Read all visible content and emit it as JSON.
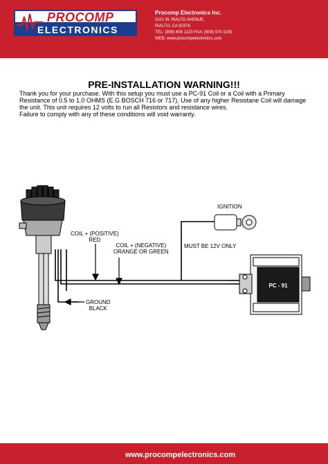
{
  "brand": {
    "top_word": "PROCOMP",
    "bottom_word": "ELECTRONICS"
  },
  "company": {
    "name": "Procomp Electronics Inc.",
    "address_1": "1101 W. RIALTO AVENUE,",
    "address_2": "RIALTO, CA 92376",
    "phone": "TEL: (909) 605 1123 FAX: (909) 974 1155",
    "web": "WEB: www.procompelectronics.com"
  },
  "warning": {
    "title": "PRE-INSTALLATION WARNING!!!",
    "line_1": "Thank you for your purchase. With this setup you must use a PC-91 Coil or a Coil with a Primary",
    "line_2": "Resistance of 0.5 to 1.0 OHMS (E.G BOSCH 716 or 717). Use of any higher Resistane Coil will damage",
    "line_3": "the unit. This unit requires 12 volts to run all Resistors and resistance wires.",
    "line_4": "Failure to comply with any of these conditions will void warranty."
  },
  "diagram": {
    "ignition": "IGNITION",
    "must_12v": "MUST BE 12V ONLY",
    "coil_pos_1": "COIL + (POSITIVE)",
    "coil_pos_2": "RED",
    "coil_neg_1": "COIL + (NEGATIVE)",
    "coil_neg_2": "ORANGE OR GREEN",
    "ground_1": "GROUND",
    "ground_2": "BLACK",
    "coil_label": "PC - 91"
  },
  "footer": {
    "url": "www.procompelectronics.com"
  },
  "colors": {
    "header_red": "#c8202c",
    "logo_blue": "#1b3f8f"
  }
}
